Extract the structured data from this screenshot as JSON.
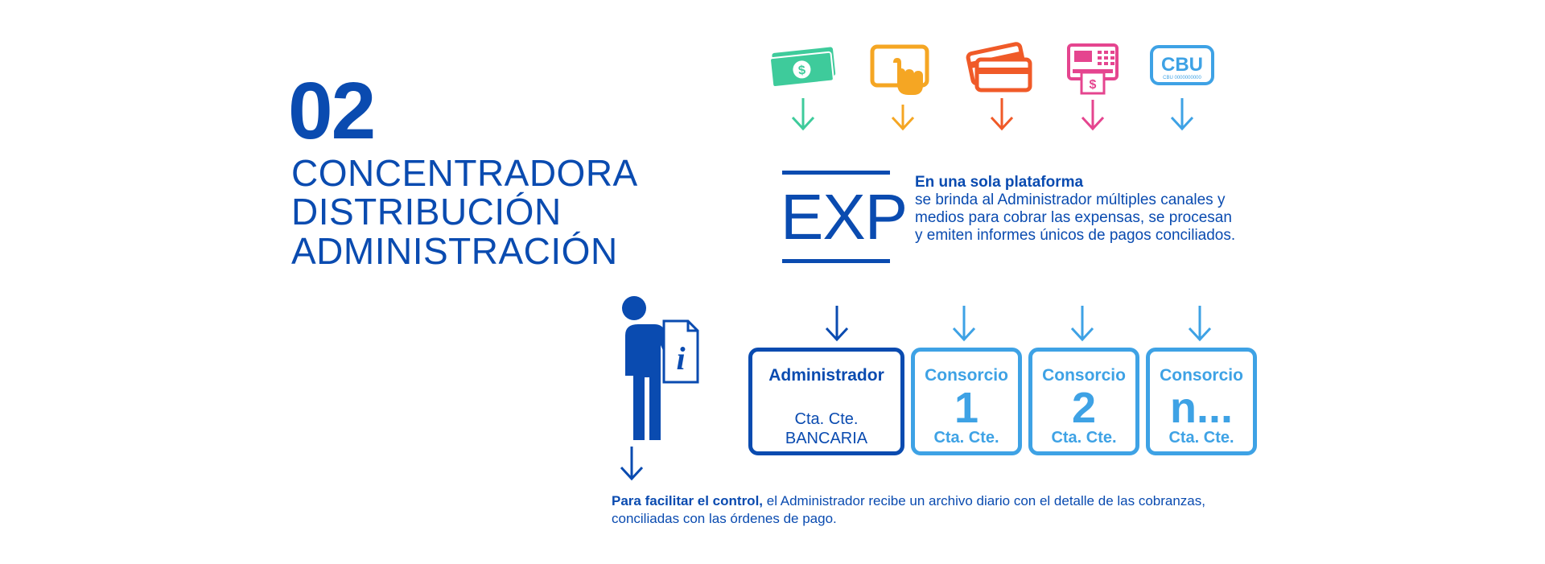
{
  "section_number": "02",
  "headings": [
    "CONCENTRADORA",
    "DISTRIBUCIÓN",
    "ADMINISTRACIÓN"
  ],
  "channels": [
    {
      "icon": "cash-icon",
      "color": "#3ecb9b"
    },
    {
      "icon": "touch-tablet-icon",
      "color": "#f5a623"
    },
    {
      "icon": "credit-cards-icon",
      "color": "#f05a28"
    },
    {
      "icon": "atm-icon",
      "color": "#e5458f"
    },
    {
      "icon": "cbu-icon",
      "color": "#3ea2e5",
      "label": "CBU",
      "sublabel": "CBU 0000000000"
    }
  ],
  "exp": {
    "logo": "EXP",
    "lead": "En una sola plataforma",
    "body": "se  brinda al Administrador múltiples canales y medios para cobrar las expensas, se procesan y emiten informes únicos  de pagos conciliados."
  },
  "accounts": {
    "admin": {
      "title": "Administrador",
      "line1": "Cta. Cte.",
      "line2": "BANCARIA"
    },
    "consorcios": [
      {
        "title": "Consorcio",
        "number": "1",
        "sub": "Cta. Cte."
      },
      {
        "title": "Consorcio",
        "number": "2",
        "sub": "Cta. Cte."
      },
      {
        "title": "Consorcio",
        "number": "n...",
        "sub": "Cta. Cte."
      }
    ]
  },
  "footer": {
    "lead": "Para facilitar el control,",
    "body": " el Administrador recibe un archivo diario con el detalle de las cobranzas, conciliadas con las órdenes de pago."
  },
  "colors": {
    "primary": "#0a4bb0",
    "light_blue": "#3ea2e5"
  }
}
